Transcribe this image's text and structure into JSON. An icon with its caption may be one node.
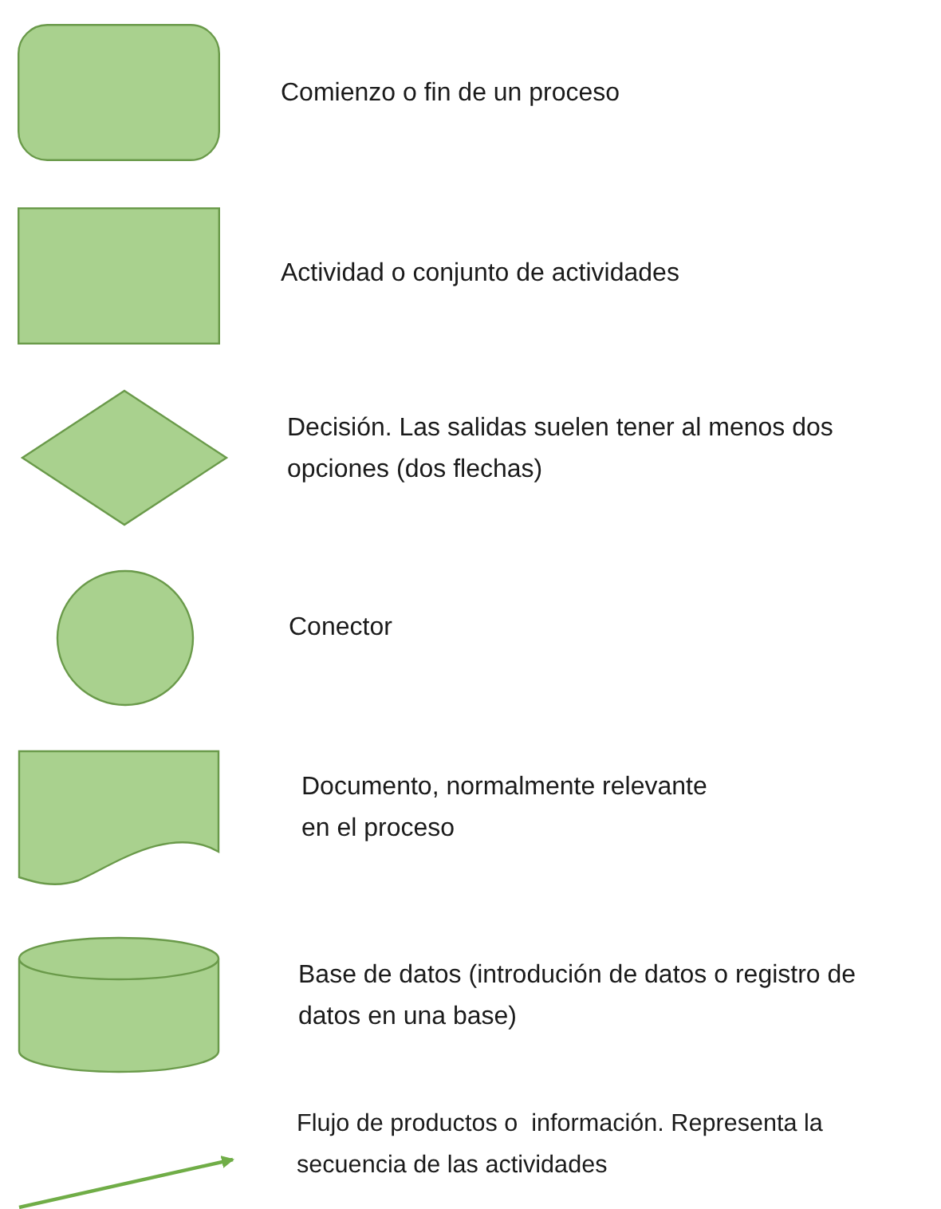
{
  "diagram": {
    "nodes": [
      {
        "text": [],
        "shape": "rounded",
        "beside": [
          "Comienzo o fin de un proceso"
        ]
      },
      {
        "text": [],
        "shape": "box",
        "beside": [
          "Actividad o conjunto de actividades"
        ]
      },
      {
        "text": [],
        "shape": "diamond",
        "beside": [
          "Decisión. Las salidas suelen tener al menos dos opciones (dos flechas)"
        ]
      },
      {
        "text": [],
        "shape": "circle",
        "beside": [
          "Conector"
        ]
      },
      {
        "text": [],
        "shape": "document",
        "beside": [
          "Documento, normalmente relevante en el proceso"
        ]
      },
      {
        "text": [],
        "shape": "cylinder",
        "beside": [
          "Base de datos (introdución de datos o registro de datos en una base)"
        ]
      }
    ],
    "legend": [
      {
        "text": "Flujo de productos o  información. Representa la secuencia de las actividades"
      }
    ]
  }
}
